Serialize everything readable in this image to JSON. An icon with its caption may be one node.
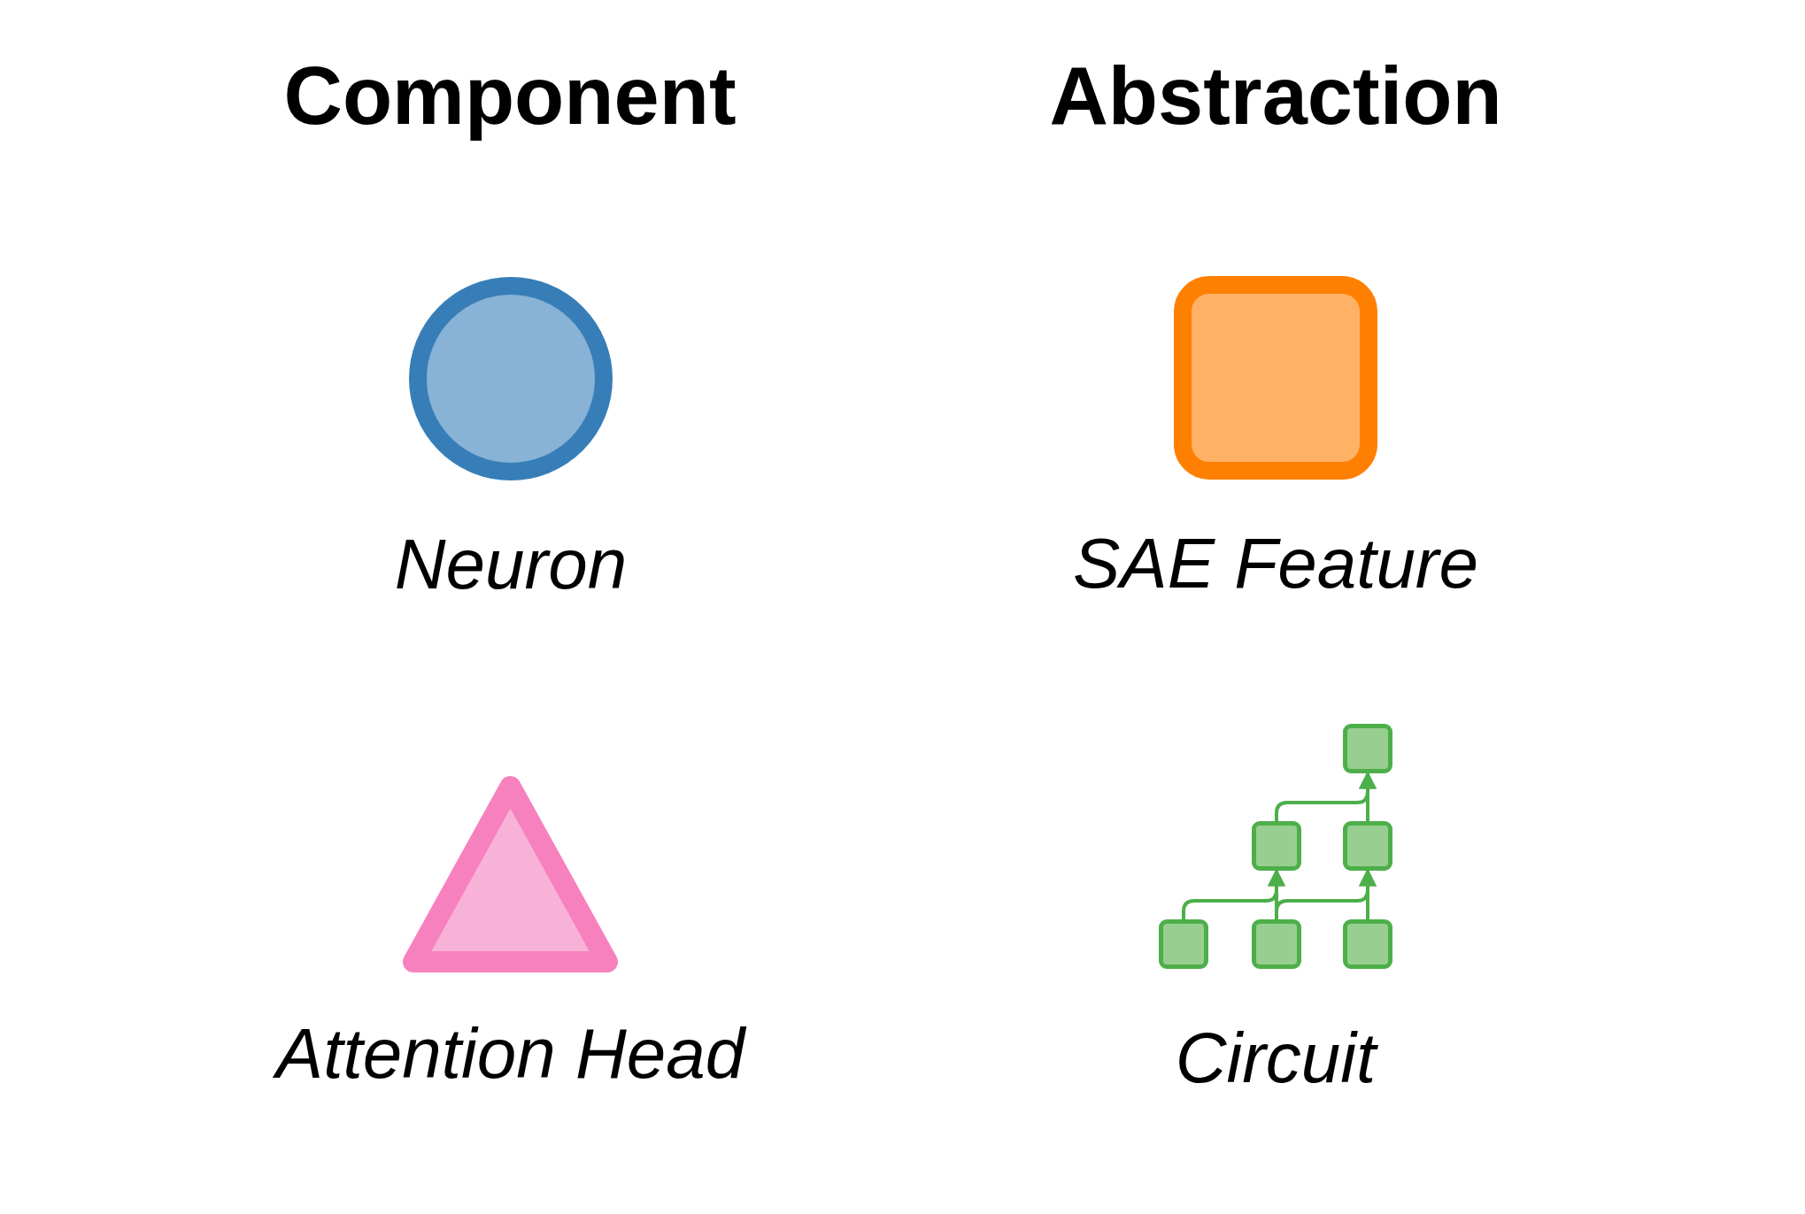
{
  "diagram": {
    "nodes": [
      {
        "text": [
          "Neuron"
        ]
      },
      {
        "text": [
          "SAE Feature"
        ]
      },
      {
        "text": [
          "Attention Head"
        ]
      },
      {
        "text": [],
        "shape": "box"
      },
      {
        "text": [],
        "shape": "box"
      },
      {
        "text": [],
        "shape": "box"
      },
      {
        "text": [],
        "shape": "box"
      },
      {
        "text": [],
        "shape": "box"
      },
      {
        "text": [],
        "shape": "box"
      }
    ],
    "edges": [
      {
        "from": 6,
        "to": 4,
        "arrow": "to"
      },
      {
        "from": 7,
        "to": 4,
        "arrow": "to"
      },
      {
        "from": 7,
        "to": 5,
        "arrow": "to"
      },
      {
        "from": 8,
        "to": 5,
        "arrow": "to"
      },
      {
        "from": 4,
        "to": 3,
        "arrow": "to"
      },
      {
        "from": 5,
        "to": 3,
        "arrow": "to"
      }
    ],
    "labels": [
      "Component",
      "Abstraction",
      "Circuit"
    ]
  }
}
